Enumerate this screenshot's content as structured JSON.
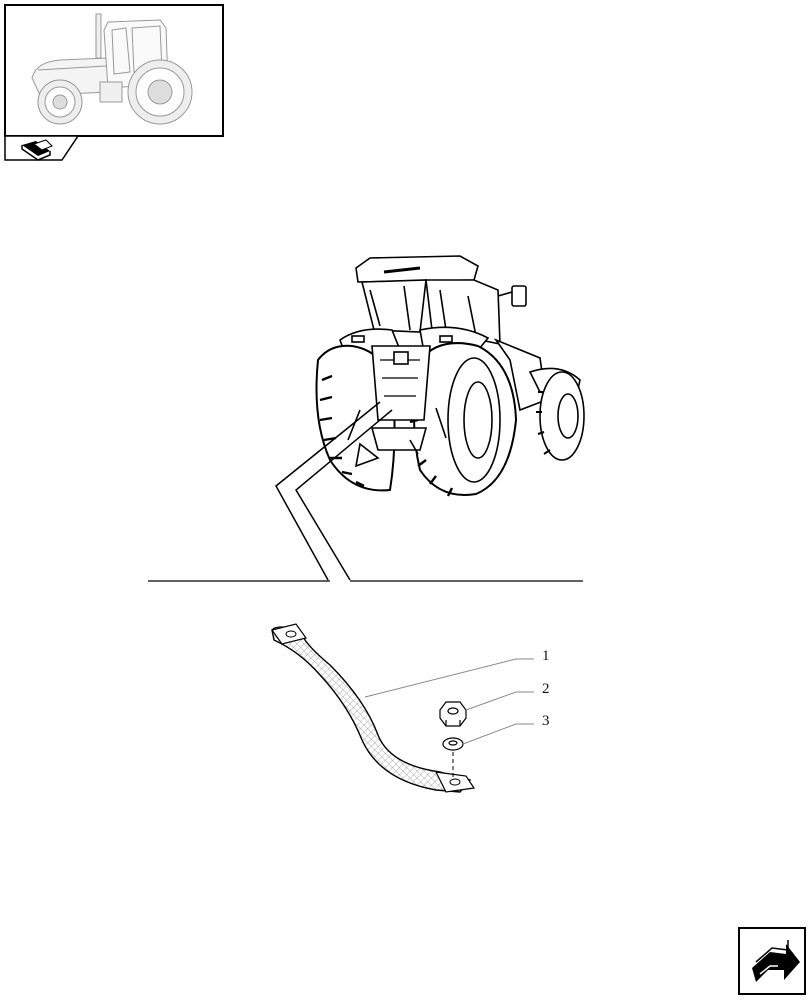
{
  "thumbnail": {
    "icon": "tractor-thumbnail-icon"
  },
  "section_tab": {
    "icon": "book-tab-icon"
  },
  "main_illustration": {
    "icon": "tractor-rear-view-icon"
  },
  "parts": [
    {
      "label": "1",
      "icon": "ground-strap-icon"
    },
    {
      "label": "2",
      "icon": "hex-nut-icon"
    },
    {
      "label": "3",
      "icon": "washer-icon"
    }
  ],
  "nav_button": {
    "icon": "next-page-arrow-icon"
  }
}
